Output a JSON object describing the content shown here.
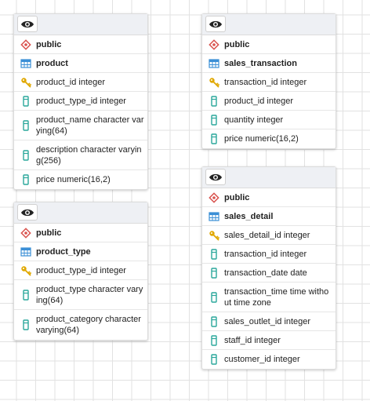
{
  "colors": {
    "schema_icon": "#d9534f",
    "table_icon": "#3b8fd6",
    "key_icon": "#e0a800",
    "column_icon": "#2aa79b",
    "header_bg": "#eef0f4"
  },
  "tables": [
    {
      "id": "product",
      "header_icon": "eye-icon",
      "schema": "public",
      "name": "product",
      "columns": [
        {
          "text": "product_id integer",
          "icon": "key-icon",
          "pk": true
        },
        {
          "text": "product_type_id integer",
          "icon": "column-icon",
          "pk": false
        },
        {
          "text": "product_name character varying(64)",
          "icon": "column-icon",
          "pk": false
        },
        {
          "text": "description character varying(256)",
          "icon": "column-icon",
          "pk": false
        },
        {
          "text": "price numeric(16,2)",
          "icon": "column-icon",
          "pk": false
        }
      ]
    },
    {
      "id": "product_type",
      "header_icon": "eye-icon",
      "schema": "public",
      "name": "product_type",
      "columns": [
        {
          "text": "product_type_id integer",
          "icon": "key-icon",
          "pk": true
        },
        {
          "text": "product_type character varying(64)",
          "icon": "column-icon",
          "pk": false
        },
        {
          "text": "product_category character varying(64)",
          "icon": "column-icon",
          "pk": false
        }
      ]
    },
    {
      "id": "sales_transaction",
      "header_icon": "eye-icon",
      "schema": "public",
      "name": "sales_transaction",
      "columns": [
        {
          "text": "transaction_id integer",
          "icon": "key-icon",
          "pk": true
        },
        {
          "text": "product_id integer",
          "icon": "column-icon",
          "pk": false
        },
        {
          "text": "quantity integer",
          "icon": "column-icon",
          "pk": false
        },
        {
          "text": "price numeric(16,2)",
          "icon": "column-icon",
          "pk": false
        }
      ]
    },
    {
      "id": "sales_detail",
      "header_icon": "eye-icon",
      "schema": "public",
      "name": "sales_detail",
      "columns": [
        {
          "text": "sales_detail_id integer",
          "icon": "key-icon",
          "pk": true
        },
        {
          "text": "transaction_id integer",
          "icon": "column-icon",
          "pk": false
        },
        {
          "text": "transaction_date date",
          "icon": "column-icon",
          "pk": false
        },
        {
          "text": "transaction_time time without time zone",
          "icon": "column-icon",
          "pk": false
        },
        {
          "text": "sales_outlet_id integer",
          "icon": "column-icon",
          "pk": false
        },
        {
          "text": "staff_id integer",
          "icon": "column-icon",
          "pk": false
        },
        {
          "text": "customer_id integer",
          "icon": "column-icon",
          "pk": false
        }
      ]
    }
  ]
}
